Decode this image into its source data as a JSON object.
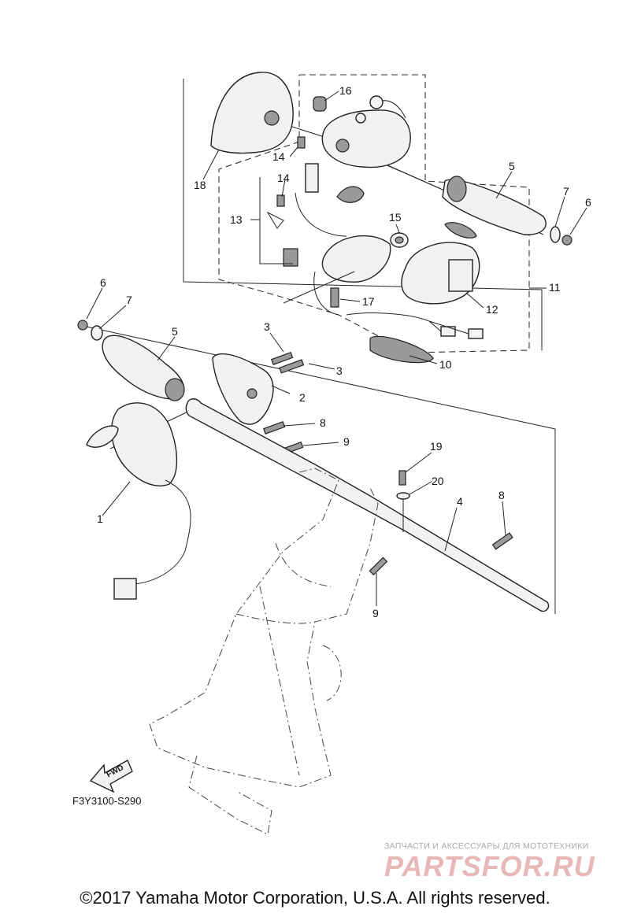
{
  "callouts": [
    "1",
    "2",
    "3",
    "3",
    "4",
    "5",
    "5",
    "6",
    "6",
    "7",
    "7",
    "8",
    "8",
    "9",
    "9",
    "10",
    "11",
    "12",
    "13",
    "14",
    "14",
    "15",
    "16",
    "17",
    "18",
    "19",
    "20"
  ],
  "fwd_label": "FWD",
  "drawing_code": "F3Y3100-S290",
  "watermark": {
    "subtitle": "ЗАПЧАСТИ И АКСЕССУАРЫ ДЛЯ МОТОТЕХНИКИ",
    "brand": "PARTSFOR.RU"
  },
  "copyright": "©2017 Yamaha Motor Corporation, U.S.A. All rights reserved."
}
